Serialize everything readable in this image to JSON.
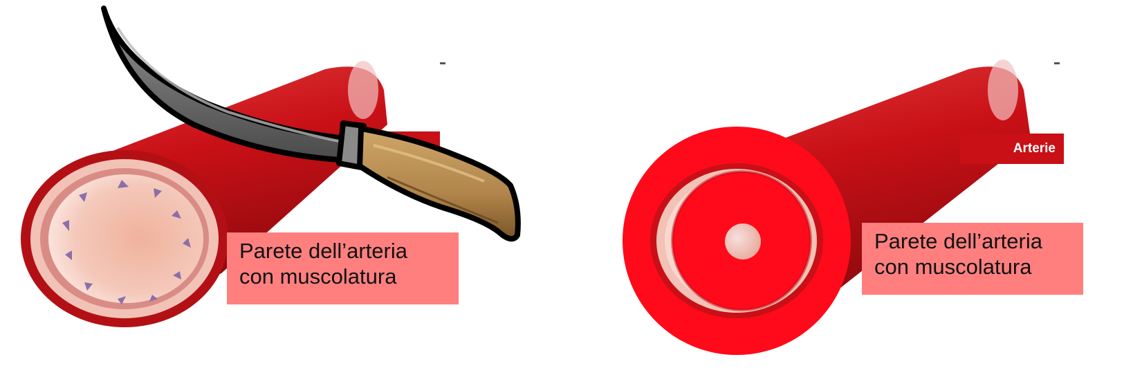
{
  "left_panel": {
    "wall_label": {
      "line1": "Parete dell’arteria",
      "line2": "con muscolatura"
    }
  },
  "right_panel": {
    "vessel_tag": "Arterie",
    "wall_label": {
      "line1": "Parete dell’arteria",
      "line2": "con muscolatura"
    }
  },
  "colors": {
    "vessel_red": "#c81016",
    "highlight_red": "#ff0a1a",
    "lumen_pink": "#f2b8a4",
    "label_background": "#ff7f7f",
    "arrow_purple": "#8a6fa8",
    "blade_gray": "#6d6d6d",
    "handle_tan": "#b88d4f"
  }
}
